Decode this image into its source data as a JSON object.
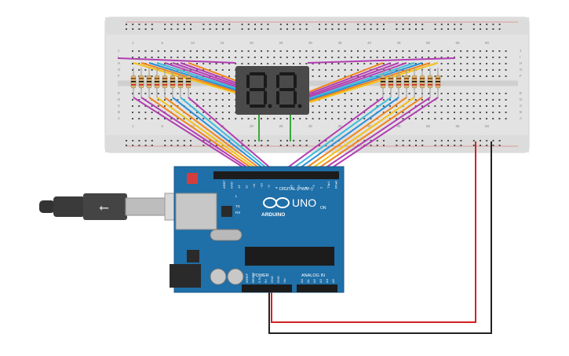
{
  "board": {
    "brand": "ARDUINO",
    "model": "UNO",
    "on_label": "ON",
    "digital_label": "DIGITAL (PWM~)",
    "power_label": "POWER",
    "analog_label": "ANALOG IN",
    "tx_label": "TX",
    "rx_label": "RX",
    "l_label": "L",
    "digital_pins": [
      "AREF",
      "GND",
      "13",
      "12",
      "~11",
      "~10",
      "~9",
      "8",
      "7",
      "~6",
      "~5",
      "4",
      "~3",
      "2",
      "TX▸1",
      "RX◂0"
    ],
    "power_pins": [
      "IOREF",
      "RESET",
      "3.3V",
      "5V",
      "GND",
      "GND",
      "Vin"
    ],
    "analog_pins": [
      "A0",
      "A1",
      "A2",
      "A3",
      "A4",
      "A5"
    ]
  },
  "breadboard": {
    "column_numbers": [
      "1",
      "5",
      "10",
      "15",
      "20",
      "25",
      "30",
      "35",
      "40",
      "45",
      "50",
      "55",
      "60"
    ],
    "row_letters_top": [
      "J",
      "I",
      "H",
      "G",
      "F"
    ],
    "row_letters_bottom": [
      "E",
      "D",
      "C",
      "B",
      "A"
    ]
  },
  "display": {
    "digits": [
      "8.",
      "8."
    ]
  },
  "colors": {
    "breadboard": "#e6e6e6",
    "board": "#1f6fa8",
    "segment": "#2c2c2c",
    "wire_magenta": "#b23fb2",
    "wire_yellow": "#f2c21a",
    "wire_orange": "#f0851c",
    "wire_blue": "#2b8fd8",
    "wire_cyan": "#3cbbd9",
    "wire_green": "#3aa83a",
    "wire_red": "#d32222",
    "wire_black": "#222222"
  },
  "icons": {
    "usb_cable": "usb-cable-icon",
    "reset_button": "reset-button-icon",
    "infinity_logo": "arduino-infinity-logo-icon"
  }
}
